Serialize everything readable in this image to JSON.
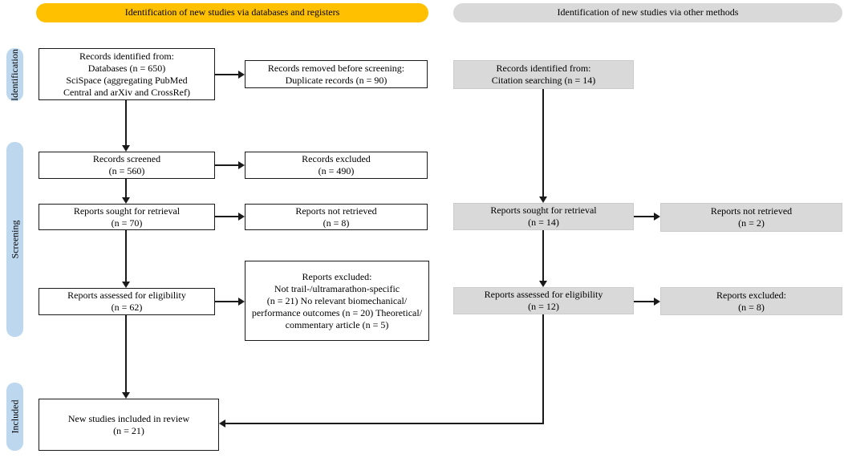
{
  "headers": {
    "databases": "Identification of new studies via databases and registers",
    "other_methods": "Identification of new studies via other methods"
  },
  "stages": {
    "identification": "Identification",
    "screening": "Screening",
    "included": "Included"
  },
  "boxes": {
    "records_identified_db": "Records identified from:\nDatabases (n = 650)\nSciSpace (aggregating PubMed\nCentral and arXiv and CrossRef)",
    "records_removed": "Records removed before screening:\nDuplicate records (n = 90)",
    "records_screened": "Records screened\n(n = 560)",
    "records_excluded": "Records excluded\n(n = 490)",
    "reports_sought": "Reports sought for retrieval\n(n = 70)",
    "reports_not_retrieved": "Reports not retrieved\n(n = 8)",
    "reports_assessed": "Reports assessed for eligibility\n(n = 62)",
    "reports_excluded_reasons": "Reports excluded:\nNot trail-/ultramarathon-specific\n(n = 21) No relevant biomechanical/\nperformance outcomes (n = 20) Theoretical/\ncommentary article (n = 5)",
    "new_studies_included": "New studies included in review\n(n = 21)",
    "records_identified_citation": "Records identified from:\nCitation searching (n = 14)",
    "reports_sought_other": "Reports sought for retrieval\n(n = 14)",
    "reports_not_retrieved_other": "Reports not retrieved\n(n = 2)",
    "reports_assessed_other": "Reports assessed for eligibility\n(n = 12)",
    "reports_excluded_other": "Reports excluded:\n(n = 8)"
  },
  "counts": {
    "databases": 650,
    "duplicates_removed": 90,
    "screened": 560,
    "excluded_screening": 490,
    "sought_retrieval_db": 70,
    "not_retrieved_db": 8,
    "assessed_eligibility_db": 62,
    "excluded_not_trail_specific": 21,
    "excluded_no_relevant_outcomes": 20,
    "excluded_theoretical_commentary": 5,
    "included_in_review": 21,
    "citation_searching": 14,
    "sought_retrieval_other": 14,
    "not_retrieved_other": 2,
    "assessed_eligibility_other": 12,
    "excluded_other": 8
  },
  "colors": {
    "header_accent_yellow": "#FFC000",
    "header_gray": "#D9D9D9",
    "stage_blue": "#BDD7EE",
    "box_gray_fill": "#D9D9D9",
    "box_border": "#1a1a1a"
  }
}
